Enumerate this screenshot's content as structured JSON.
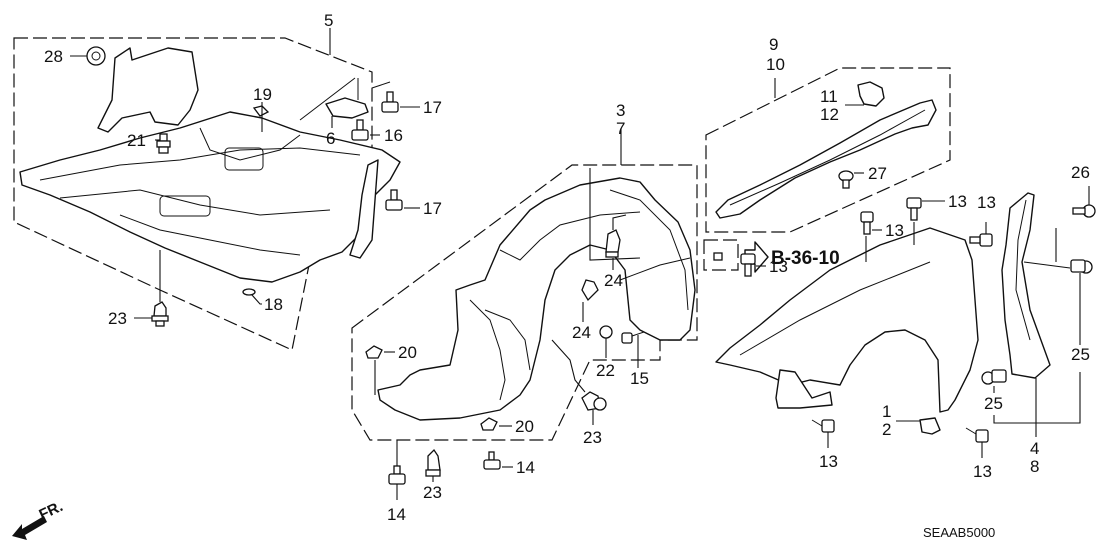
{
  "diagram": {
    "code": "SEAAB5000",
    "front_indicator": "FR.",
    "reference": "B-36-10",
    "callouts": [
      {
        "id": "c5",
        "text": "5"
      },
      {
        "id": "c28",
        "text": "28"
      },
      {
        "id": "c19",
        "text": "19"
      },
      {
        "id": "c17a",
        "text": "17"
      },
      {
        "id": "c6",
        "text": "6"
      },
      {
        "id": "c16",
        "text": "16"
      },
      {
        "id": "c21",
        "text": "21"
      },
      {
        "id": "c17b",
        "text": "17"
      },
      {
        "id": "c18",
        "text": "18"
      },
      {
        "id": "c23a",
        "text": "23"
      },
      {
        "id": "c3",
        "text": "3"
      },
      {
        "id": "c7",
        "text": "7"
      },
      {
        "id": "c24a",
        "text": "24"
      },
      {
        "id": "c24b",
        "text": "24"
      },
      {
        "id": "c22",
        "text": "22"
      },
      {
        "id": "c15",
        "text": "15"
      },
      {
        "id": "c20a",
        "text": "20"
      },
      {
        "id": "c20b",
        "text": "20"
      },
      {
        "id": "c23b",
        "text": "23"
      },
      {
        "id": "c23c",
        "text": "23"
      },
      {
        "id": "c14a",
        "text": "14"
      },
      {
        "id": "c14b",
        "text": "14"
      },
      {
        "id": "c9",
        "text": "9"
      },
      {
        "id": "c10",
        "text": "10"
      },
      {
        "id": "c11",
        "text": "11"
      },
      {
        "id": "c12",
        "text": "12"
      },
      {
        "id": "c27",
        "text": "27"
      },
      {
        "id": "c13a",
        "text": "13"
      },
      {
        "id": "c13b",
        "text": "13"
      },
      {
        "id": "c13c",
        "text": "13"
      },
      {
        "id": "c13d",
        "text": "13"
      },
      {
        "id": "c13e",
        "text": "13"
      },
      {
        "id": "c13f",
        "text": "13"
      },
      {
        "id": "c26",
        "text": "26"
      },
      {
        "id": "c25a",
        "text": "25"
      },
      {
        "id": "c25b",
        "text": "25"
      },
      {
        "id": "c1",
        "text": "1"
      },
      {
        "id": "c2",
        "text": "2"
      },
      {
        "id": "c4",
        "text": "4"
      },
      {
        "id": "c8",
        "text": "8"
      }
    ]
  }
}
